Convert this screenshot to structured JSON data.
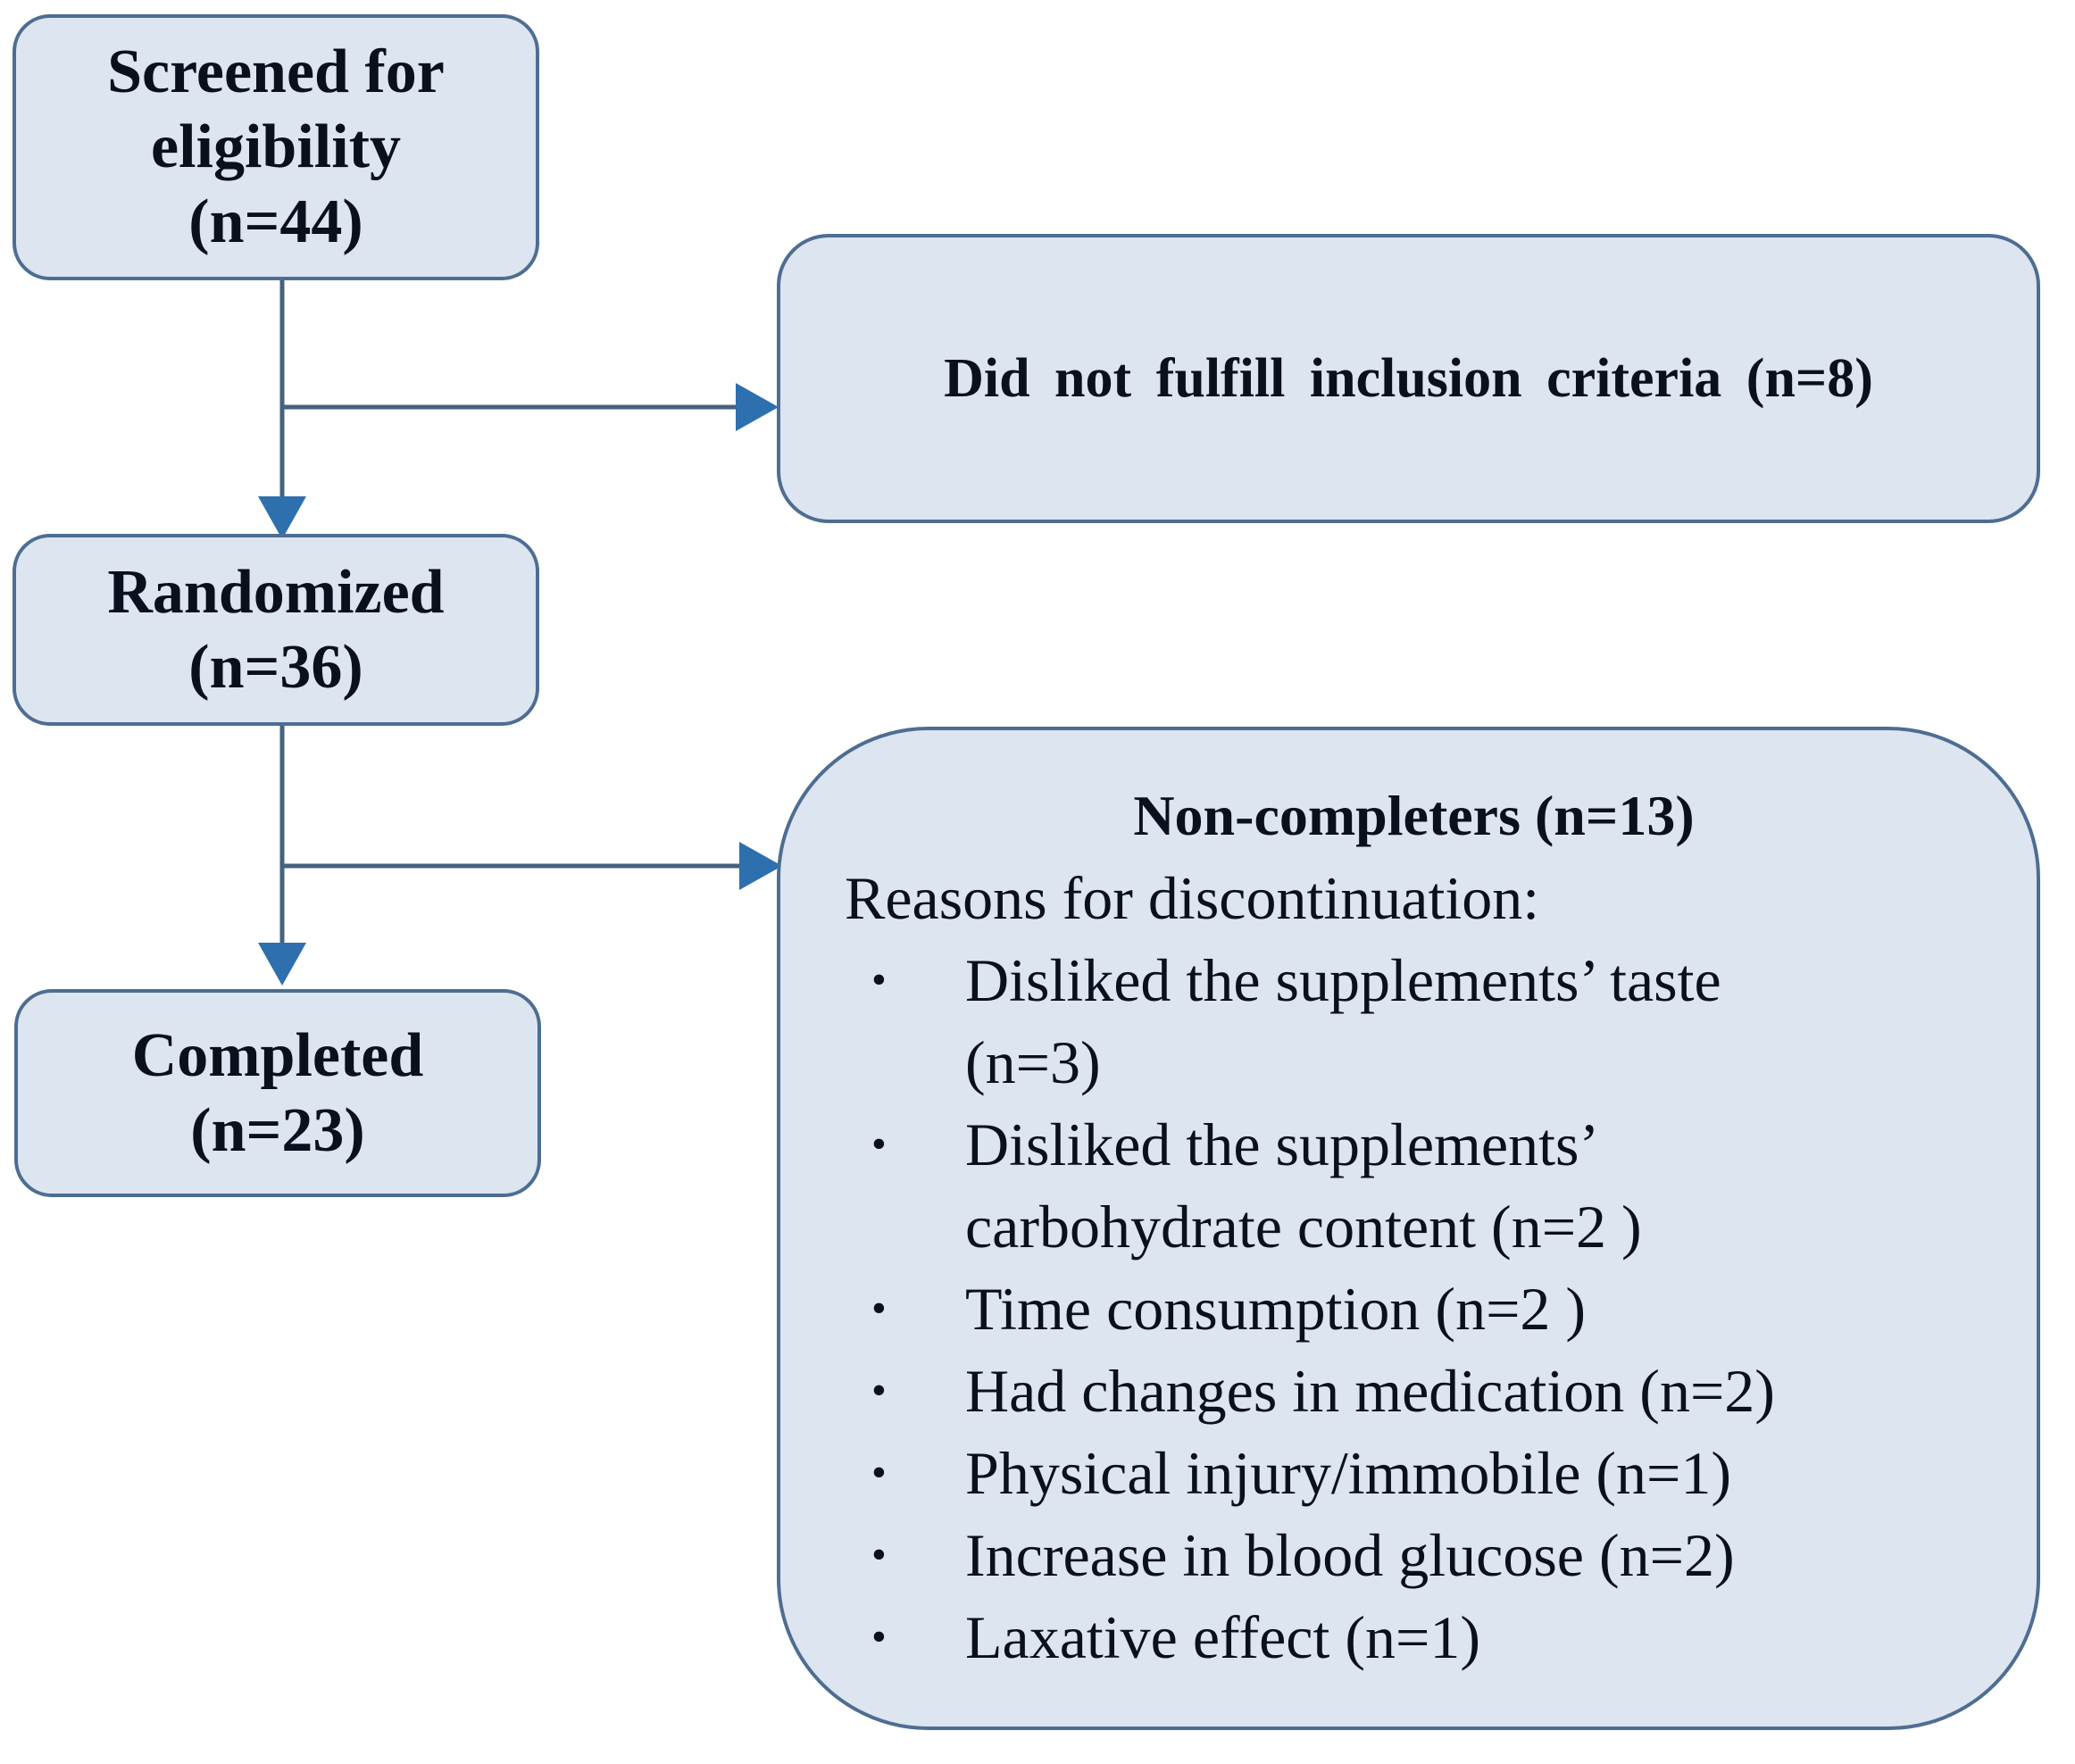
{
  "diagram": {
    "boxes": {
      "screened": {
        "lines": [
          "Screened for",
          "eligibility",
          "(n=44)"
        ]
      },
      "randomized": {
        "lines": [
          "Randomized",
          "(n=36)"
        ]
      },
      "completed": {
        "lines": [
          "Completed",
          "(n=23)"
        ]
      },
      "excluded": {
        "label": "Did not fulfill inclusion criteria (n=8)"
      },
      "non_completers": {
        "title": "Non-completers (n=13)",
        "subtitle": "Reasons for discontinuation:",
        "bullet_char": "•",
        "bullets": [
          {
            "lines": [
              "Disliked the supplements’ taste",
              "(n=3)"
            ]
          },
          {
            "lines": [
              "Disliked the supplements’",
              "carbohydrate content (n=2 )"
            ]
          },
          {
            "lines": [
              "Time consumption (n=2 )"
            ]
          },
          {
            "lines": [
              "Had changes in medication (n=2)"
            ]
          },
          {
            "lines": [
              "Physical injury/immobile (n=1)"
            ]
          },
          {
            "lines": [
              "Increase in blood glucose (n=2)"
            ]
          },
          {
            "lines": [
              "Laxative effect (n=1)"
            ]
          }
        ]
      }
    },
    "colors": {
      "box_fill": "#dde5f0",
      "box_border": "#4e6d92",
      "connector_line": "#46617f",
      "arrowhead": "#2e6fae",
      "text": "#0a101d"
    }
  }
}
